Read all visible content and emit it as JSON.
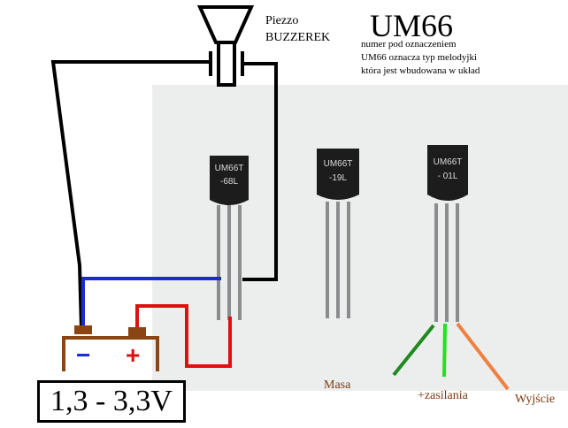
{
  "piezo": {
    "line1": "Piezzo",
    "line2": "BUZZEREK"
  },
  "title": "UM66",
  "note": {
    "line1": "numer pod oznaczeniem",
    "line2": "UM66 oznacza typ melodyjki",
    "line3": "która jest wbudowana w układ"
  },
  "pins": {
    "masa": "Masa",
    "zasilania": "+zasilania",
    "wyjscie": "Wyjście"
  },
  "battery": {
    "minus": "−",
    "plus": "+",
    "voltage": "1,3 - 3,3V"
  },
  "transistors": [
    {
      "line1": "UM66T",
      "line2": "-68L"
    },
    {
      "line1": "UM66T",
      "line2": "-19L"
    },
    {
      "line1": "UM66T",
      "line2": "- 01L"
    }
  ],
  "colors": {
    "wire_black": "#000000",
    "wire_blue": "#1a2bd6",
    "wire_red": "#e01010",
    "lead_masa": "#1f8a1f",
    "lead_zasilania": "#22e022",
    "lead_wyjscie": "#f08040",
    "battery_body": "#8b4513",
    "label_brown": "#7a3a10"
  }
}
